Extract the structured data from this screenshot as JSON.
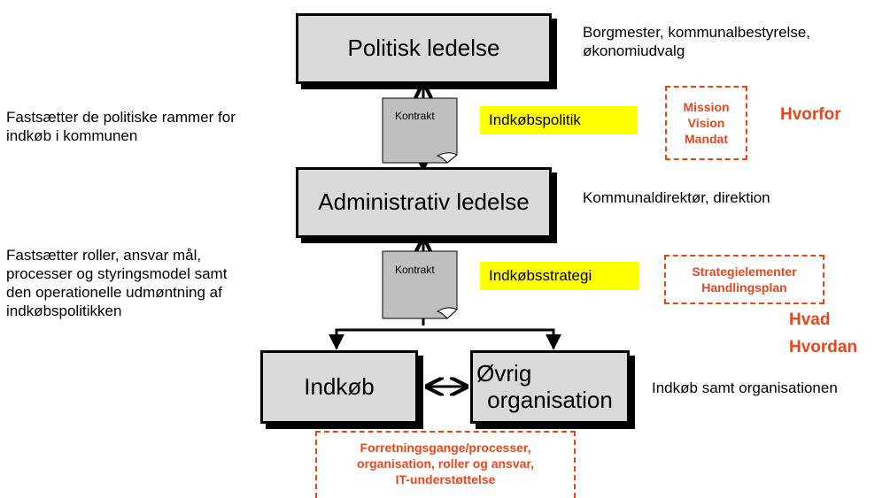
{
  "boxes": {
    "politisk": "Politisk ledelse",
    "administrativ": "Administrativ ledelse",
    "indkob": "Indkøb",
    "ovrig_line1": "Øvrig",
    "ovrig_line2": "organisation"
  },
  "descriptions": {
    "politisk_right_l1": "Borgmester, kommunalbestyrelse,",
    "politisk_right_l2": "økonomiudvalg",
    "left1_l1": "Fastsætter de politiske rammer for",
    "left1_l2": "indkøb i kommunen",
    "admin_right": "Kommunaldirektør, direktion",
    "left2_l1": "Fastsætter roller, ansvar mål,",
    "left2_l2": "processer og styringsmodel samt",
    "left2_l3": "den operationelle udmøntning af",
    "left2_l4": "indkøbspolitikken",
    "bottom_right": "Indkøb samt organisationen"
  },
  "contracts": {
    "label1": "Kontrakt",
    "label2": "Kontrakt"
  },
  "highlights": {
    "policy": "Indkøbspolitik",
    "strategy": "Indkøbsstrategi"
  },
  "orange_boxes": {
    "box1_l1": "Mission",
    "box1_l2": "Vision",
    "box1_l3": "Mandat",
    "box2_l1": "Strategielementer",
    "box2_l2": "Handlingsplan",
    "box3_l1": "Forretningsgange/processer,",
    "box3_l2": "organisation, roller og ansvar,",
    "box3_l3": "IT-understøttelse"
  },
  "orange_words": {
    "hvorfor": "Hvorfor",
    "hvad": "Hvad",
    "hvordan": "Hvordan"
  },
  "colors": {
    "box_fill": "#d9d9d9",
    "highlight": "#ffff00",
    "accent_orange": "#e8461c"
  }
}
